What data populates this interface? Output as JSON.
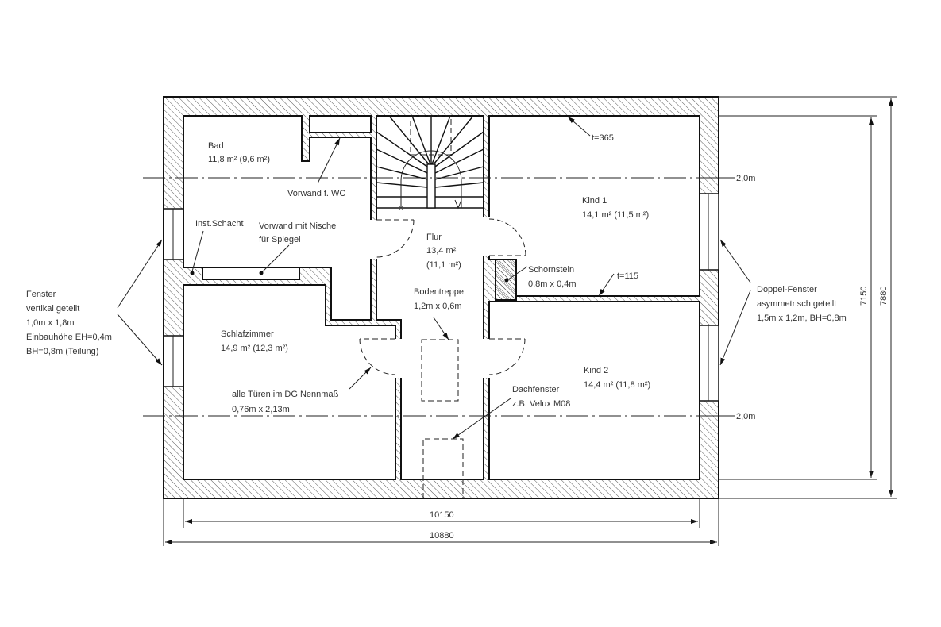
{
  "plan": {
    "rooms": {
      "bad": {
        "name": "Bad",
        "area": "11,8 m² (9,6 m²)"
      },
      "flur": {
        "name": "Flur",
        "area": "13,4 m²",
        "area2": "(11,1 m²)"
      },
      "kind1": {
        "name": "Kind 1",
        "area": "14,1 m² (11,5 m²)"
      },
      "schlafzimmer": {
        "name": "Schlafzimmer",
        "area": "14,9 m² (12,3 m²)"
      },
      "kind2": {
        "name": "Kind 2",
        "area": "14,4 m² (11,8 m²)"
      }
    },
    "notes": {
      "vorwand_wc": "Vorwand f. WC",
      "inst_schacht": "Inst.Schacht",
      "vorwand_nische_1": "Vorwand mit Nische",
      "vorwand_nische_2": "für Spiegel",
      "wall_outer": "t=365",
      "wall_inner": "t=115",
      "schornstein_1": "Schornstein",
      "schornstein_2": "0,8m x 0,4m",
      "bodentreppe_1": "Bodentreppe",
      "bodentreppe_2": "1,2m x 0,6m",
      "tueren_1": "alle Türen im DG Nennmaß",
      "tueren_2": "0,76m x 2,13m",
      "dachfenster_1": "Dachfenster",
      "dachfenster_2": "z.B. Velux M08",
      "fenster_left": [
        "Fenster",
        "vertikal geteilt",
        "1,0m x 1,8m",
        "Einbauhöhe EH=0,4m",
        "BH=0,8m (Teilung)"
      ],
      "fenster_right": [
        "Doppel-Fenster",
        "asymmetrisch geteilt",
        "1,5m x 1,2m, BH=0,8m"
      ],
      "height_top": "2,0m",
      "height_bottom": "2,0m"
    },
    "dimensions": {
      "inner_width": "10150",
      "outer_width": "10880",
      "inner_depth": "7150",
      "outer_depth": "7880"
    }
  }
}
